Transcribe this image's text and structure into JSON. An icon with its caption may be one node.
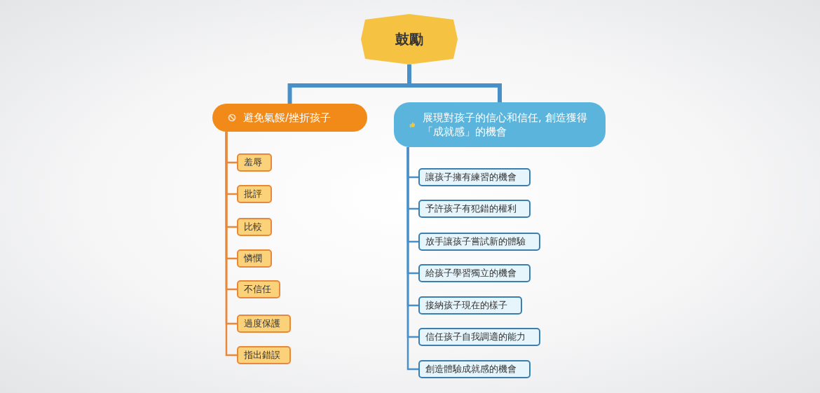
{
  "diagram": {
    "nodes": [
      {
        "text": [
          "鼓勵"
        ]
      },
      {
        "text": [
          "避免氣餒/挫折孩子"
        ]
      },
      {
        "text": [
          "羞辱"
        ]
      },
      {
        "text": [
          "批評"
        ]
      },
      {
        "text": [
          "比較"
        ]
      },
      {
        "text": [
          "憐憫"
        ]
      },
      {
        "text": [
          "不信任"
        ]
      },
      {
        "text": [
          "過度保護"
        ]
      },
      {
        "text": [
          "指出錯誤"
        ]
      },
      {
        "text": [
          "展現對孩子的信心和信任, 創造獲得「成就感」的機會"
        ]
      },
      {
        "text": [
          "讓孩子擁有練習的機會"
        ]
      },
      {
        "text": [
          "予許孩子有犯錯的權利"
        ]
      },
      {
        "text": [
          "放手讓孩子嘗試新的體驗"
        ]
      },
      {
        "text": [
          "給孩子學習獨立的機會"
        ]
      },
      {
        "text": [
          "接納孩子現在的樣子"
        ]
      },
      {
        "text": [
          "信任孩子自我調適的能力"
        ]
      },
      {
        "text": [
          "創造體驗成就感的機會"
        ]
      }
    ],
    "edges": [
      {
        "from": 0,
        "to": 1,
        "arrow": "none",
        "style": "thick"
      },
      {
        "from": 0,
        "to": 9,
        "arrow": "none",
        "style": "thick"
      },
      {
        "from": 1,
        "to": 2,
        "arrow": "none",
        "color": "#e8883a"
      },
      {
        "from": 1,
        "to": 3,
        "arrow": "none",
        "color": "#e8883a"
      },
      {
        "from": 1,
        "to": 4,
        "arrow": "none",
        "color": "#e8883a"
      },
      {
        "from": 1,
        "to": 5,
        "arrow": "none",
        "color": "#e8883a"
      },
      {
        "from": 1,
        "to": 6,
        "arrow": "none",
        "color": "#e8883a"
      },
      {
        "from": 1,
        "to": 7,
        "arrow": "none",
        "color": "#e8883a"
      },
      {
        "from": 1,
        "to": 8,
        "arrow": "none",
        "color": "#e8883a"
      },
      {
        "from": 9,
        "to": 10,
        "arrow": "none"
      },
      {
        "from": 9,
        "to": 11,
        "arrow": "none"
      },
      {
        "from": 9,
        "to": 12,
        "arrow": "none"
      },
      {
        "from": 9,
        "to": 13,
        "arrow": "none"
      },
      {
        "from": 9,
        "to": 14,
        "arrow": "none"
      },
      {
        "from": 9,
        "to": 15,
        "arrow": "none"
      },
      {
        "from": 9,
        "to": 16,
        "arrow": "none"
      }
    ]
  }
}
